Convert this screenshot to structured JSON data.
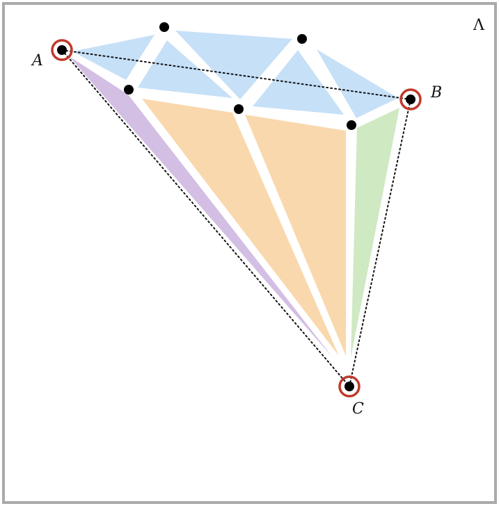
{
  "diagram": {
    "corner_label": "Λ",
    "vertices": {
      "A": {
        "label": "A"
      },
      "B": {
        "label": "B"
      },
      "C": {
        "label": "C"
      }
    },
    "colors": {
      "border": "#aaaaaa",
      "blue_region": "#c6e0f7",
      "orange_region": "#f9d8ad",
      "purple_region": "#d3bfe3",
      "green_region": "#cfe9c3",
      "point": "#000000",
      "highlight_ring": "#c0392b",
      "dotted_line": "#111111"
    }
  }
}
